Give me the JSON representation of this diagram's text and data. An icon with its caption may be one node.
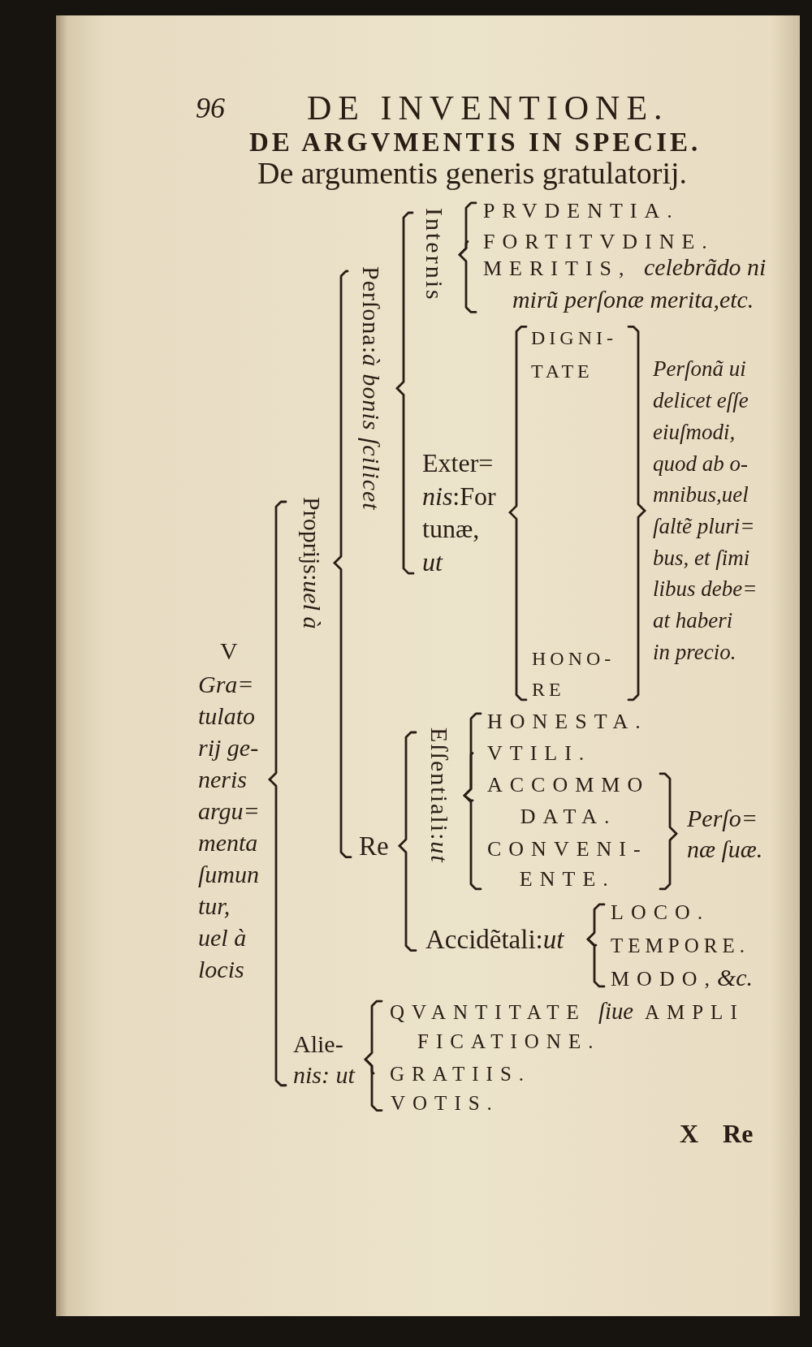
{
  "diagram": {
    "title": "De argumentis generis gratulatorij.",
    "nodes": [
      {
        "text": [
          "V",
          "Gra= tulato rij ge- neris argu= menta ſumun tur, uel à locis"
        ]
      },
      {
        "text": [
          "Proprijs:*uel à*"
        ]
      },
      {
        "text": [
          "Perſona:*à bonis ſcilicet*"
        ]
      },
      {
        "text": [
          "Internis"
        ]
      },
      {
        "text": [
          "PRVDENTIA."
        ]
      },
      {
        "text": [
          "FORTITVDINE."
        ]
      },
      {
        "text": [
          "MERITIS, *celebrãdo ni mirũ perſonæ merita,etc.*"
        ]
      },
      {
        "text": [
          "Exter= *nis*:For tunæ, *ut*"
        ]
      },
      {
        "text": [
          "DIGNI- TATE"
        ]
      },
      {
        "text": [
          "HONO- RE"
        ]
      },
      {
        "text": [
          "Perſonã ui delicet eſſe eiuſmodi, quod ab o- mnibus,uel ſaltẽ pluri= bus, et ſimi libus debe= at haberi in precio."
        ]
      },
      {
        "text": [
          "Re"
        ]
      },
      {
        "text": [
          "Eſſentiali:*ut*"
        ]
      },
      {
        "text": [
          "HONESTA."
        ]
      },
      {
        "text": [
          "VTILI."
        ]
      },
      {
        "text": [
          "ACCOMMO DATA."
        ]
      },
      {
        "text": [
          "CONVENI- ENTE."
        ]
      },
      {
        "text": [
          "Perſo= næ ſuæ."
        ]
      },
      {
        "text": [
          "Accidẽtali:*ut*"
        ]
      },
      {
        "text": [
          "LOCO."
        ]
      },
      {
        "text": [
          "TEMPORE."
        ]
      },
      {
        "text": [
          "MODO,*&c.*"
        ]
      },
      {
        "text": [
          "Alie- *nis: ut*"
        ]
      },
      {
        "text": [
          "QVANTITATE *ſiue* AMPLI FICATIONE."
        ]
      },
      {
        "text": [
          "GRATIIS."
        ]
      },
      {
        "text": [
          "VOTIS."
        ]
      }
    ],
    "edges": [
      {
        "from": 0,
        "to": 1,
        "arrow": "none"
      },
      {
        "from": 0,
        "to": 22,
        "arrow": "none"
      },
      {
        "from": 1,
        "to": 2,
        "arrow": "none"
      },
      {
        "from": 1,
        "to": 11,
        "arrow": "none"
      },
      {
        "from": 2,
        "to": 3,
        "arrow": "none"
      },
      {
        "from": 2,
        "to": 7,
        "arrow": "none"
      },
      {
        "from": 3,
        "to": 4,
        "arrow": "none"
      },
      {
        "from": 3,
        "to": 5,
        "arrow": "none"
      },
      {
        "from": 3,
        "to": 6,
        "arrow": "none"
      },
      {
        "from": 7,
        "to": 8,
        "arrow": "none"
      },
      {
        "from": 7,
        "to": 9,
        "arrow": "none"
      },
      {
        "from": 8,
        "to": 10,
        "arrow": "none"
      },
      {
        "from": 9,
        "to": 10,
        "arrow": "none"
      },
      {
        "from": 11,
        "to": 12,
        "arrow": "none"
      },
      {
        "from": 11,
        "to": 18,
        "arrow": "none"
      },
      {
        "from": 12,
        "to": 13,
        "arrow": "none"
      },
      {
        "from": 12,
        "to": 14,
        "arrow": "none"
      },
      {
        "from": 12,
        "to": 15,
        "arrow": "none"
      },
      {
        "from": 12,
        "to": 16,
        "arrow": "none"
      },
      {
        "from": 15,
        "to": 17,
        "arrow": "none"
      },
      {
        "from": 16,
        "to": 17,
        "arrow": "none"
      },
      {
        "from": 18,
        "to": 19,
        "arrow": "none"
      },
      {
        "from": 18,
        "to": 20,
        "arrow": "none"
      },
      {
        "from": 18,
        "to": 21,
        "arrow": "none"
      },
      {
        "from": 22,
        "to": 23,
        "arrow": "none"
      },
      {
        "from": 22,
        "to": 24,
        "arrow": "none"
      },
      {
        "from": 22,
        "to": 25,
        "arrow": "none"
      }
    ],
    "labels": [
      "96",
      "DE INVENTIONE.",
      "DE ARGVMENTIS IN SPECIE.",
      "X Re"
    ]
  }
}
